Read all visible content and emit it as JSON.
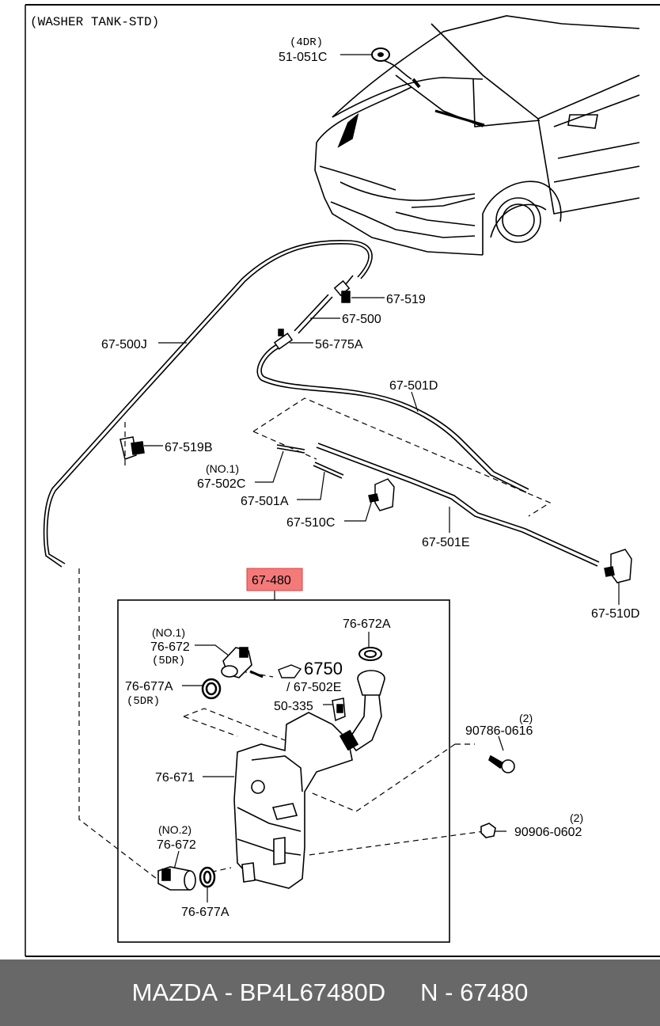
{
  "diagram": {
    "title": "(WASHER  TANK-STD)",
    "labels": {
      "door_4dr": "(4DR)",
      "p51_051c": "51-051C",
      "p67_519": "67-519",
      "p67_500": "67-500",
      "p56_775a": "56-775A",
      "p67_500j": "67-500J",
      "p67_501d": "67-501D",
      "p67_519b": "67-519B",
      "no1_a": "(NO.1)",
      "p67_502c": "67-502C",
      "p67_501a": "67-501A",
      "p67_510c": "67-510C",
      "p67_501e": "67-501E",
      "p67_510d": "67-510D",
      "highlight": "67-480",
      "p76_672a": "76-672A",
      "no1_b": "(NO.1)",
      "p76_672_top": "76-672",
      "door_5dr_a": "(5DR)",
      "p76_677a_top": "76-677A",
      "door_5dr_b": "(5DR)",
      "p6750": "6750",
      "p67_502e": "/ 67-502E",
      "p50_335": "50-335",
      "qty2_a": "(2)",
      "p90786": "90786-0616",
      "p76_671": "76-671",
      "qty2_b": "(2)",
      "p90906": "90906-0602",
      "no2": "(NO.2)",
      "p76_672_bottom": "76-672",
      "p76_677a_bottom": "76-677A"
    }
  },
  "footer": {
    "brand": "MAZDA",
    "separator": " - ",
    "part_number": "BP4L67480D",
    "ref": "N - 67480"
  },
  "colors": {
    "highlight_fill": "#f47a7a",
    "highlight_border": "#d84040",
    "footer_bg": "#686868",
    "footer_text": "#ffffff"
  }
}
